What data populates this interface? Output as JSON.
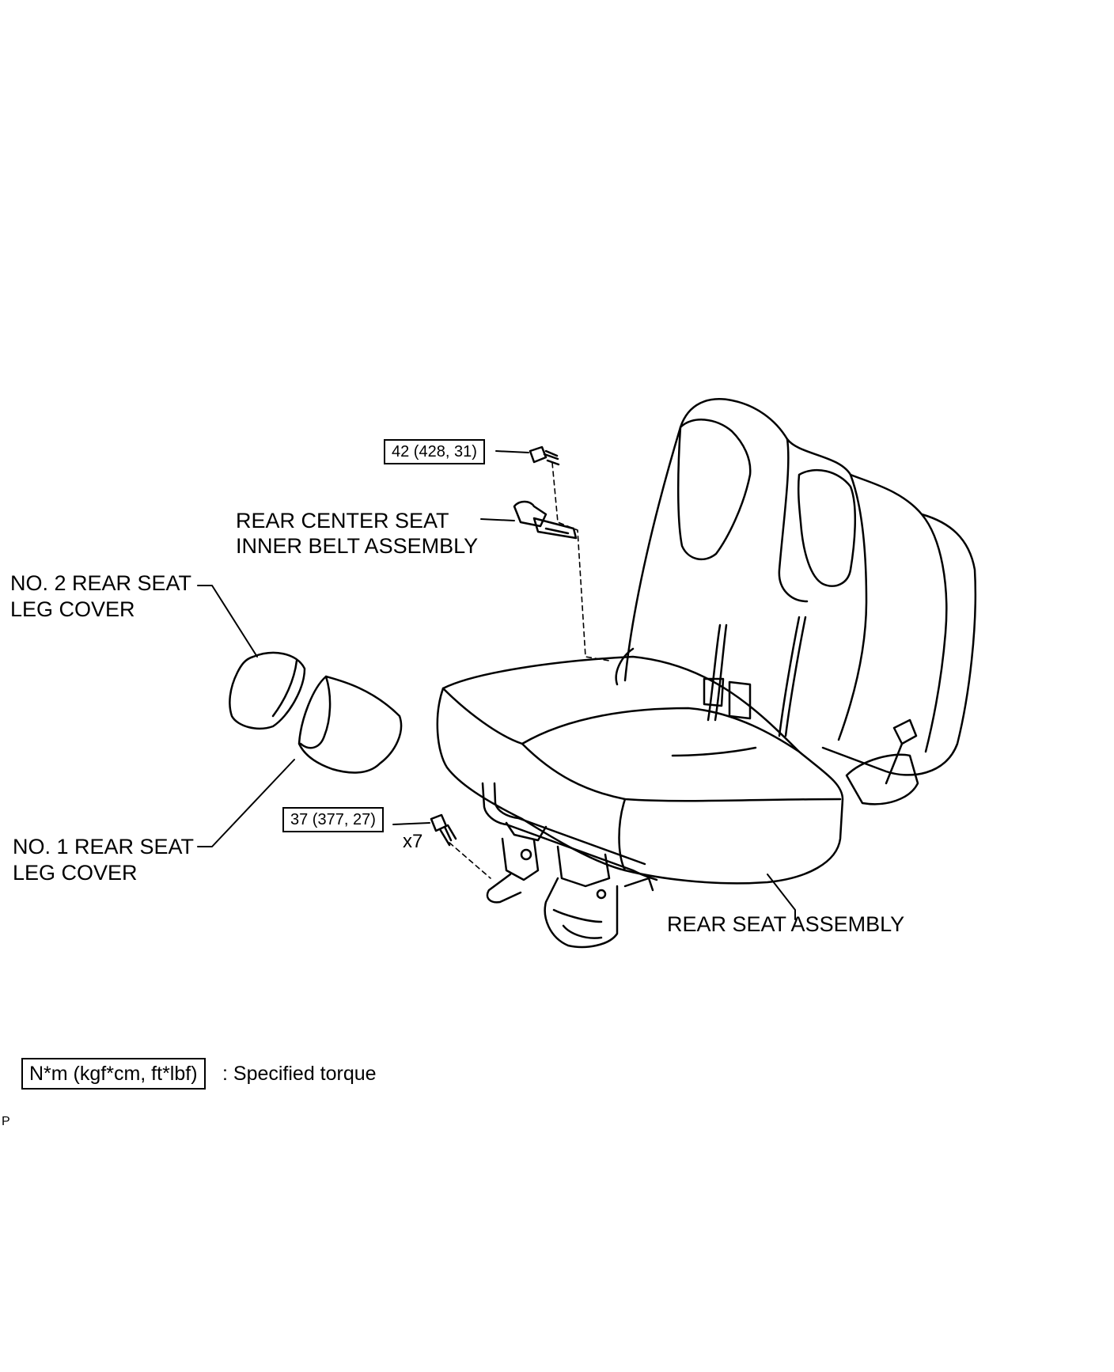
{
  "labels": {
    "belt_line1": "REAR CENTER SEAT",
    "belt_line2": "INNER BELT ASSEMBLY",
    "leg2_line1": "NO. 2 REAR SEAT",
    "leg2_line2": "LEG COVER",
    "leg1_line1": "NO. 1 REAR SEAT",
    "leg1_line2": "LEG COVER",
    "seat_assembly": "REAR SEAT ASSEMBLY"
  },
  "torques": {
    "belt_bolt": "42 (428, 31)",
    "leg_bolt": "37 (377, 27)",
    "leg_bolt_qty": "x7"
  },
  "legend": {
    "unit_box": "N*m (kgf*cm, ft*lbf)",
    "description": ": Specified torque"
  },
  "figure_code": "P"
}
